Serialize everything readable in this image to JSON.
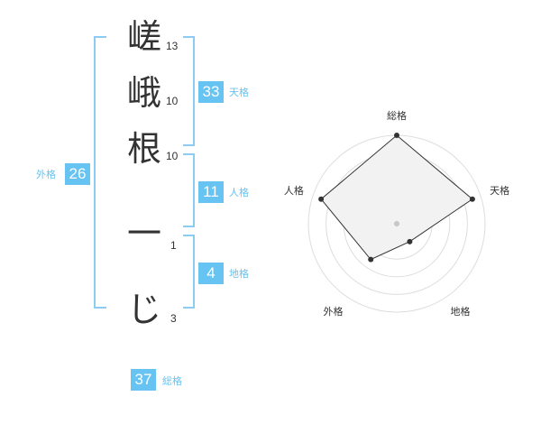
{
  "name_chars": [
    {
      "char": "嵯",
      "strokes": "13"
    },
    {
      "char": "峨",
      "strokes": "10"
    },
    {
      "char": "根",
      "strokes": "10"
    },
    {
      "char": "一",
      "strokes": "1"
    },
    {
      "char": "じ",
      "strokes": "3"
    }
  ],
  "fortune": {
    "tenkaku": {
      "value": "33",
      "label": "天格"
    },
    "jinkaku": {
      "value": "11",
      "label": "人格"
    },
    "chikaku": {
      "value": "4",
      "label": "地格"
    },
    "gaikaku": {
      "value": "26",
      "label": "外格"
    },
    "soukaku": {
      "value": "37",
      "label": "総格"
    }
  },
  "radar": {
    "labels": [
      "総格",
      "天格",
      "地格",
      "外格",
      "人格"
    ],
    "levels": [
      1.0,
      0.9,
      0.25,
      0.5,
      0.9
    ],
    "colors": {
      "ring": "#dddddd",
      "fill": "#f2f2f2",
      "stroke": "#333333",
      "point": "#333333",
      "center": "#c8c8c8"
    }
  }
}
